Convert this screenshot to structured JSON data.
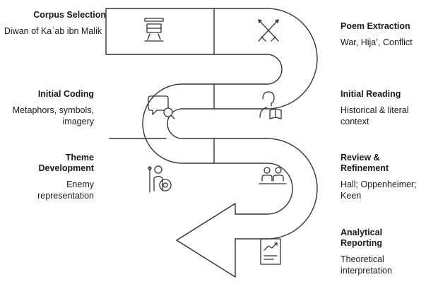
{
  "steps": [
    {
      "title": "Corpus Selection",
      "description": "Diwan of Kaʿab ibn Malik",
      "icon": "corpus-book-icon",
      "side": "left"
    },
    {
      "title": "Poem Extraction",
      "description": "War, Hija’, Conflict",
      "icon": "crossed-swords-icon",
      "side": "right"
    },
    {
      "title": "Initial Coding",
      "description": "Metaphors, symbols, imagery",
      "icon": "speech-magnifier-icon",
      "side": "left"
    },
    {
      "title": "Initial Reading",
      "description": "Historical & literal context",
      "icon": "person-reading-icon",
      "side": "right"
    },
    {
      "title": "Theme Development",
      "description": "Enemy representation",
      "icon": "warrior-shield-icon",
      "side": "left"
    },
    {
      "title": "Review & Refinement",
      "description": "Hall; Oppenheimer; Keen",
      "icon": "reviewers-group-icon",
      "side": "right"
    },
    {
      "title": "Analytical Reporting",
      "description": "Theoretical interpretation",
      "icon": "report-chart-icon",
      "side": "right"
    }
  ],
  "colors": {
    "stroke": "#333333",
    "background": "#ffffff",
    "text": "#1a1a1a"
  }
}
